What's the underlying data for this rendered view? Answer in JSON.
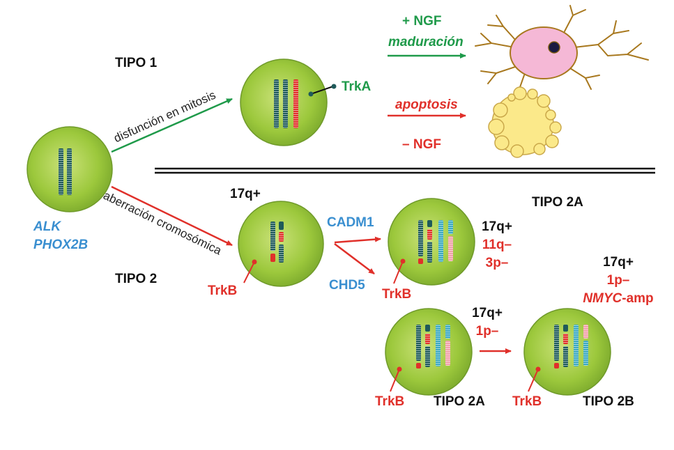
{
  "colors": {
    "cell_fill": "#9cc83c",
    "cell_center": "#cbe27a",
    "cell_edge": "#6f9a2a",
    "chromo_dark": "#1f5a5a",
    "chromo_red": "#e0302a",
    "chromo_pink": "#f0a0a8",
    "chromo_cyan": "#3aa8c0",
    "arrow_green": "#1f9a4a",
    "arrow_red": "#e0302a",
    "neuron_pink": "#f5b8d6",
    "neuron_dendrite": "#a8781e",
    "apoptotic_yellow": "#fbe98a",
    "apoptotic_edge": "#caa84a"
  },
  "labels": {
    "tipo1": "TIPO 1",
    "tipo2": "TIPO 2",
    "tipo2a_top": "TIPO 2A",
    "tipo2a_bottom": "TIPO 2A",
    "tipo2b": "TIPO 2B",
    "mitosis_arrow": "disfunción en mitosis",
    "aberration_arrow": "aberración cromosómica",
    "ngf_plus": "+ NGF",
    "maduracion": "maduración",
    "apoptosis": "apoptosis",
    "ngf_minus": "– NGF",
    "trka": "TrkA",
    "gene_alk": "ALK",
    "gene_phox2b": "PHOX2B",
    "cadm1": "CADM1",
    "chd5": "CHD5",
    "trkb_1": "TrkB",
    "trkb_2": "TrkB",
    "trkb_3": "TrkB",
    "trkb_4": "TrkB",
    "cell2_17q": "17q+",
    "cell3_17q": "17q+",
    "cell3_11q": "11q–",
    "cell3_3p": "3p–",
    "cell4_17q": "17q+",
    "cell4_1p": "1p–",
    "cell5_17q": "17q+",
    "cell5_1p": "1p–",
    "cell5_nmyc_gene": "NMYC",
    "cell5_nmyc_suffix": "-amp"
  }
}
